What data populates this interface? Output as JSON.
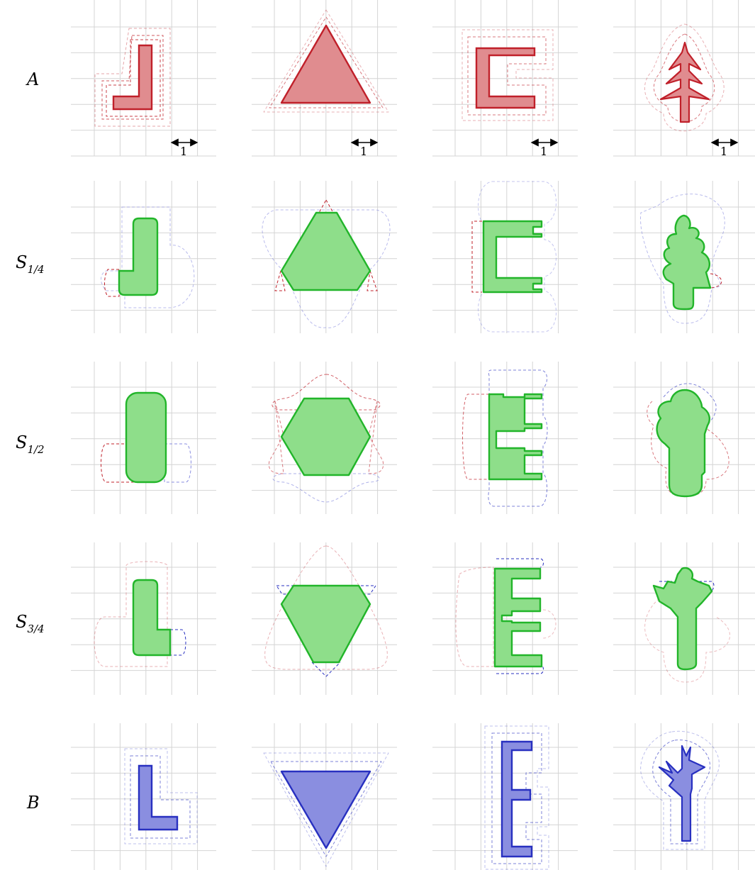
{
  "rows": [
    {
      "letter": "A",
      "sub": ""
    },
    {
      "letter": "S",
      "sub": "1/4"
    },
    {
      "letter": "S",
      "sub": "1/2"
    },
    {
      "letter": "S",
      "sub": "3/4"
    },
    {
      "letter": "B",
      "sub": ""
    }
  ],
  "scale_label": "1",
  "colors": {
    "red_stroke": "#c0202a",
    "red_fill": "#e08c8f",
    "green_stroke": "#22b52a",
    "green_fill": "#8ede8a",
    "blue_stroke": "#2830c0",
    "blue_fill": "#8a8ee0",
    "grid": "#d4d4d4"
  }
}
